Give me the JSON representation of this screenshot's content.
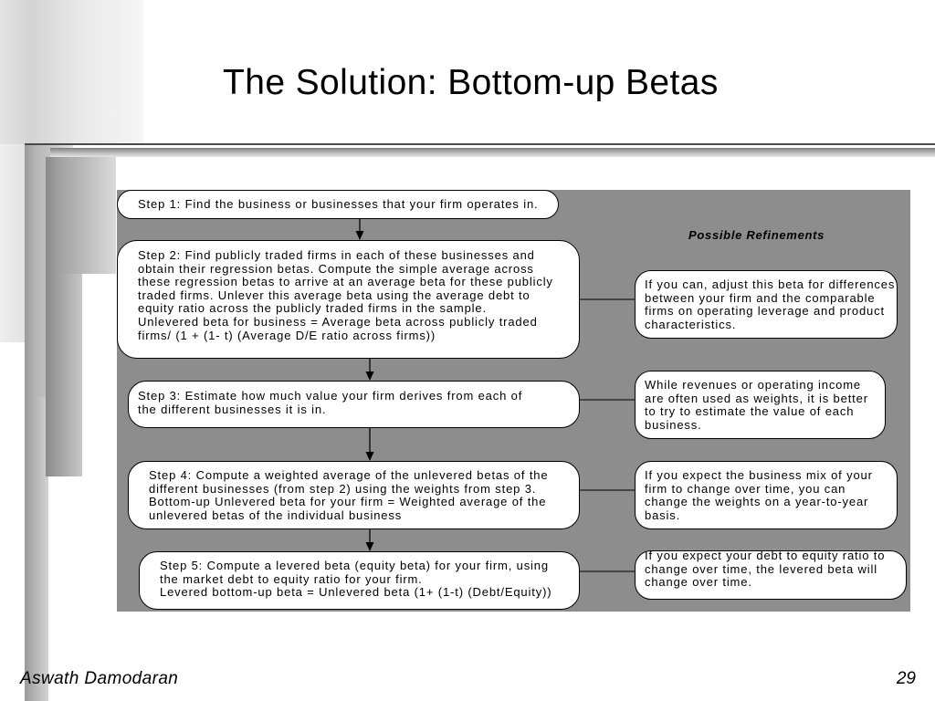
{
  "title": "The Solution: Bottom-up Betas",
  "flowchart": {
    "steps": [
      {
        "lines": [
          "Step 1: Find the business or businesses that your firm operates in."
        ]
      },
      {
        "lines": [
          "Step 2: Find publicly traded firms in each of these businesses and",
          "obtain their regression betas. Compute the simple average across",
          "these regression betas to arrive at an average beta for these publicly",
          "traded firms. Unlever this average beta using the average debt to",
          "equity ratio across the publicly traded firms in the sample.",
          "Unlevered beta for business = Average beta across publicly traded",
          "firms/ (1 + (1- t) (Average D/E ratio across firms))"
        ]
      },
      {
        "lines": [
          "Step 3: Estimate how much value your firm derives from each of",
          "the different businesses it is in."
        ]
      },
      {
        "lines": [
          "Step 4: Compute a weighted average of the unlevered betas of the",
          "different businesses (from step 2) using the weights from step 3.",
          "Bottom-up Unlevered beta for your firm = Weighted average of the",
          "unlevered betas of the individual business"
        ]
      },
      {
        "lines": [
          "Step 5: Compute a levered beta (equity beta) for your firm, using",
          "the market debt to equity ratio for your firm.",
          "Levered bottom-up beta = Unlevered beta (1+ (1-t) (Debt/Equity))"
        ]
      }
    ],
    "refinements_heading": "Possible Refinements",
    "refinements": [
      {
        "lines": [
          "If you can, adjust this beta for differences",
          "between your firm and the comparable",
          "firms on operating leverage and product",
          "characteristics."
        ]
      },
      {
        "lines": [
          "While revenues or operating income",
          "are often used as weights, it is better",
          "to try to estimate the value of each",
          "business."
        ]
      },
      {
        "lines": [
          "If you expect the business mix of your",
          "firm to change over time, you can",
          "change the weights on a year-to-year",
          "basis."
        ]
      },
      {
        "lines": [
          "If you expect your debt to equity ratio to",
          "change over time, the levered beta will",
          "change over time."
        ]
      }
    ]
  },
  "footer": {
    "author": "Aswath Damodaran",
    "page_number": "29"
  },
  "colors": {
    "panel": "#8d8d8d",
    "box_fill": "#ffffff",
    "border": "#000000"
  }
}
